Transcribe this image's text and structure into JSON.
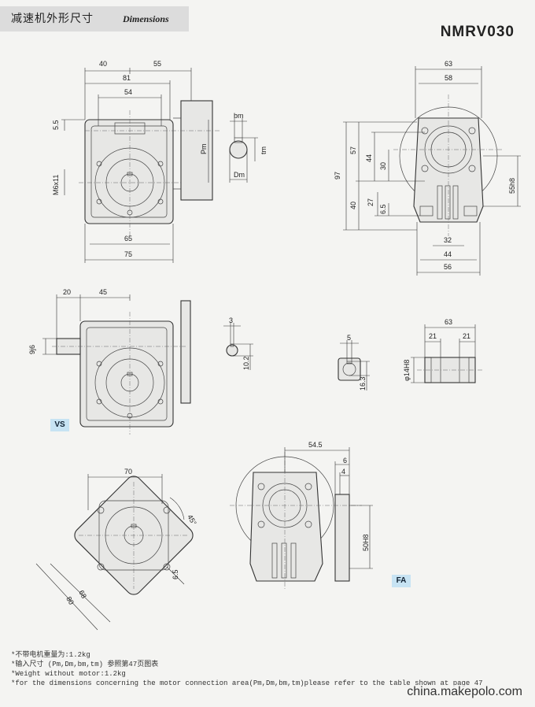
{
  "header": {
    "title_cn": "减速机外形尺寸",
    "title_en": "Dimensions",
    "model": "NMRV030"
  },
  "views": {
    "front": {
      "d40": "40",
      "d55": "55",
      "d81": "81",
      "d54": "54",
      "d55h": "5.5",
      "m6": "M6x11",
      "pm": "Pm",
      "d65": "65",
      "d75": "75"
    },
    "keyhole_motor": {
      "bm": "bm",
      "tm": "tm",
      "dm": "Dm"
    },
    "side": {
      "d63": "63",
      "d58": "58",
      "d97": "97",
      "d57": "57",
      "d44": "44",
      "d30": "30",
      "d40": "40",
      "d27": "27",
      "d65": "6.5",
      "d55h8": "55h8",
      "d32": "32",
      "d44b": "44",
      "d56": "56"
    },
    "vs": {
      "d20": "20",
      "d45": "45",
      "d9j6": "9j6",
      "label": "VS"
    },
    "key_vs": {
      "d3": "3",
      "d102": "10.2"
    },
    "key_output": {
      "d5": "5",
      "d163": "16.3"
    },
    "hollow_shaft": {
      "d63": "63",
      "d21a": "21",
      "d21b": "21",
      "d14h8": "φ14H8"
    },
    "flange": {
      "d70": "70",
      "d45": "45°",
      "d68": "68",
      "d80": "80",
      "d65": "6.5"
    },
    "fa": {
      "d545": "54.5",
      "d6": "6",
      "d4": "4",
      "d50h8": "50H8",
      "label": "FA"
    }
  },
  "notes": [
    "*不带电机重量为:1.2kg",
    "*输入尺寸 (Pm,Dm,bm,tm) 参照第47页图表",
    "*Weight without motor:1.2kg",
    "*for the dimensions concerning the motor connection area(Pm,Dm,bm,tm)please refer to the table shown at page 47"
  ],
  "watermark": "china.makepolo.com"
}
